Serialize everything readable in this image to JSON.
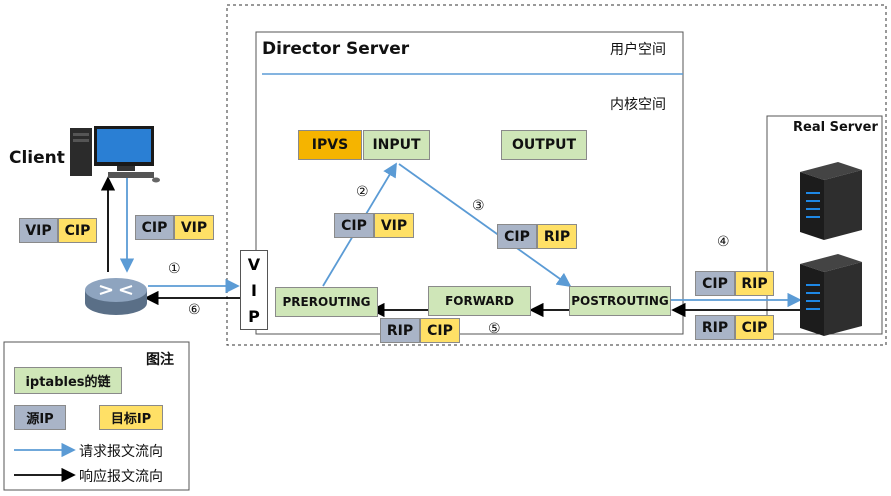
{
  "client": {
    "label": "Client"
  },
  "director": {
    "title": "Director Server",
    "user_space": "用户空间",
    "kernel_space": "内核空间",
    "ipvs": "IPVS",
    "input": "INPUT",
    "output": "OUTPUT",
    "prerouting": "PREROUTING",
    "forward": "FORWARD",
    "postrouting": "POSTROUTING",
    "vip": [
      "V",
      "I",
      "P"
    ]
  },
  "real_server": {
    "label": "Real Server"
  },
  "packets": {
    "client_resp": [
      "VIP",
      "CIP"
    ],
    "client_req": [
      "CIP",
      "VIP"
    ],
    "step2": [
      "CIP",
      "VIP"
    ],
    "step3": [
      "CIP",
      "RIP"
    ],
    "step4": [
      "CIP",
      "RIP"
    ],
    "rs_resp": [
      "RIP",
      "CIP"
    ],
    "step5": [
      "RIP",
      "CIP"
    ]
  },
  "steps": {
    "s1": "①",
    "s2": "②",
    "s3": "③",
    "s4": "④",
    "s5": "⑤",
    "s6": "⑥"
  },
  "legend": {
    "title": "图注",
    "chain": "iptables的链",
    "source_ip": "源IP",
    "target_ip": "目标IP",
    "request_flow": "请求报文流向",
    "response_flow": "响应报文流向"
  },
  "colors": {
    "request_arrow": "#5b9bd5",
    "response_arrow": "#000000",
    "chain": "#cfe6b8",
    "source": "#a9b4c7",
    "target": "#ffe066",
    "ipvs": "#f5b400"
  }
}
